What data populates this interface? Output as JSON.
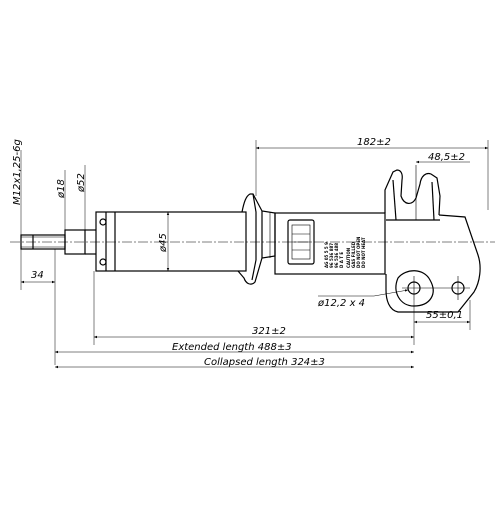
{
  "dimensions": {
    "thread": "M12x1,25-6g",
    "dia_18": "ø18",
    "dia_52": "ø52",
    "dia_45": "ø45",
    "len_34": "34",
    "len_182": "182±2",
    "len_48_5": "48,5±2",
    "hole": "ø12,2 x 4",
    "len_55": "55±0,1",
    "len_321": "321±2",
    "extended": "Extended length 488±3",
    "collapsed": "Collapsed length 324±3"
  },
  "label": {
    "lines": [
      "AG 05 5 5 9",
      "96 536 887",
      "96 536 488",
      "D A T E",
      "CAUTION",
      "GAS FILLED",
      "DO NOT OPEN",
      "DO NOT HEAT"
    ]
  }
}
